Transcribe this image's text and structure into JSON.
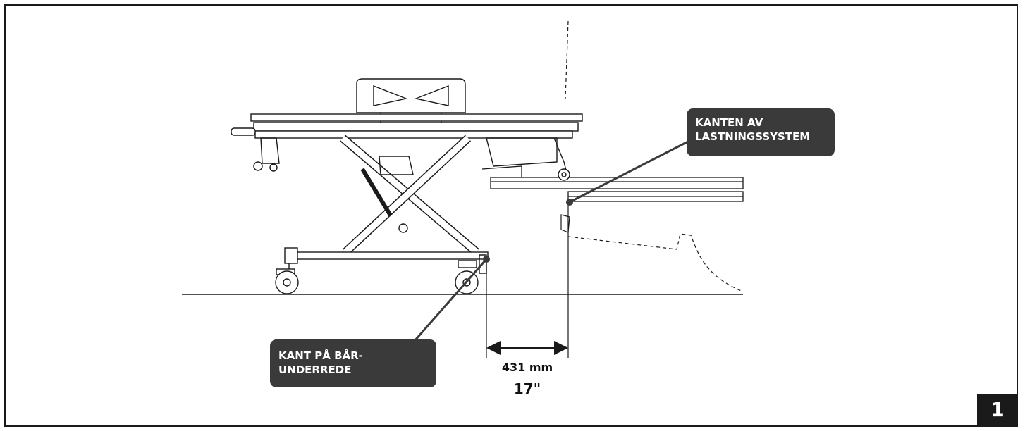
{
  "callouts": {
    "loader_edge": "KANTEN AV\nLASTNINGSSYSTEM",
    "base_edge": "KANT PÅ BÅR-\nUNDERREDE"
  },
  "dimension": {
    "metric": "431 mm",
    "imperial": "17\""
  },
  "figure_number": "1",
  "colors": {
    "line": "#1a1a1a",
    "callout_bg": "#3a3a3a",
    "callout_text": "#ffffff"
  }
}
